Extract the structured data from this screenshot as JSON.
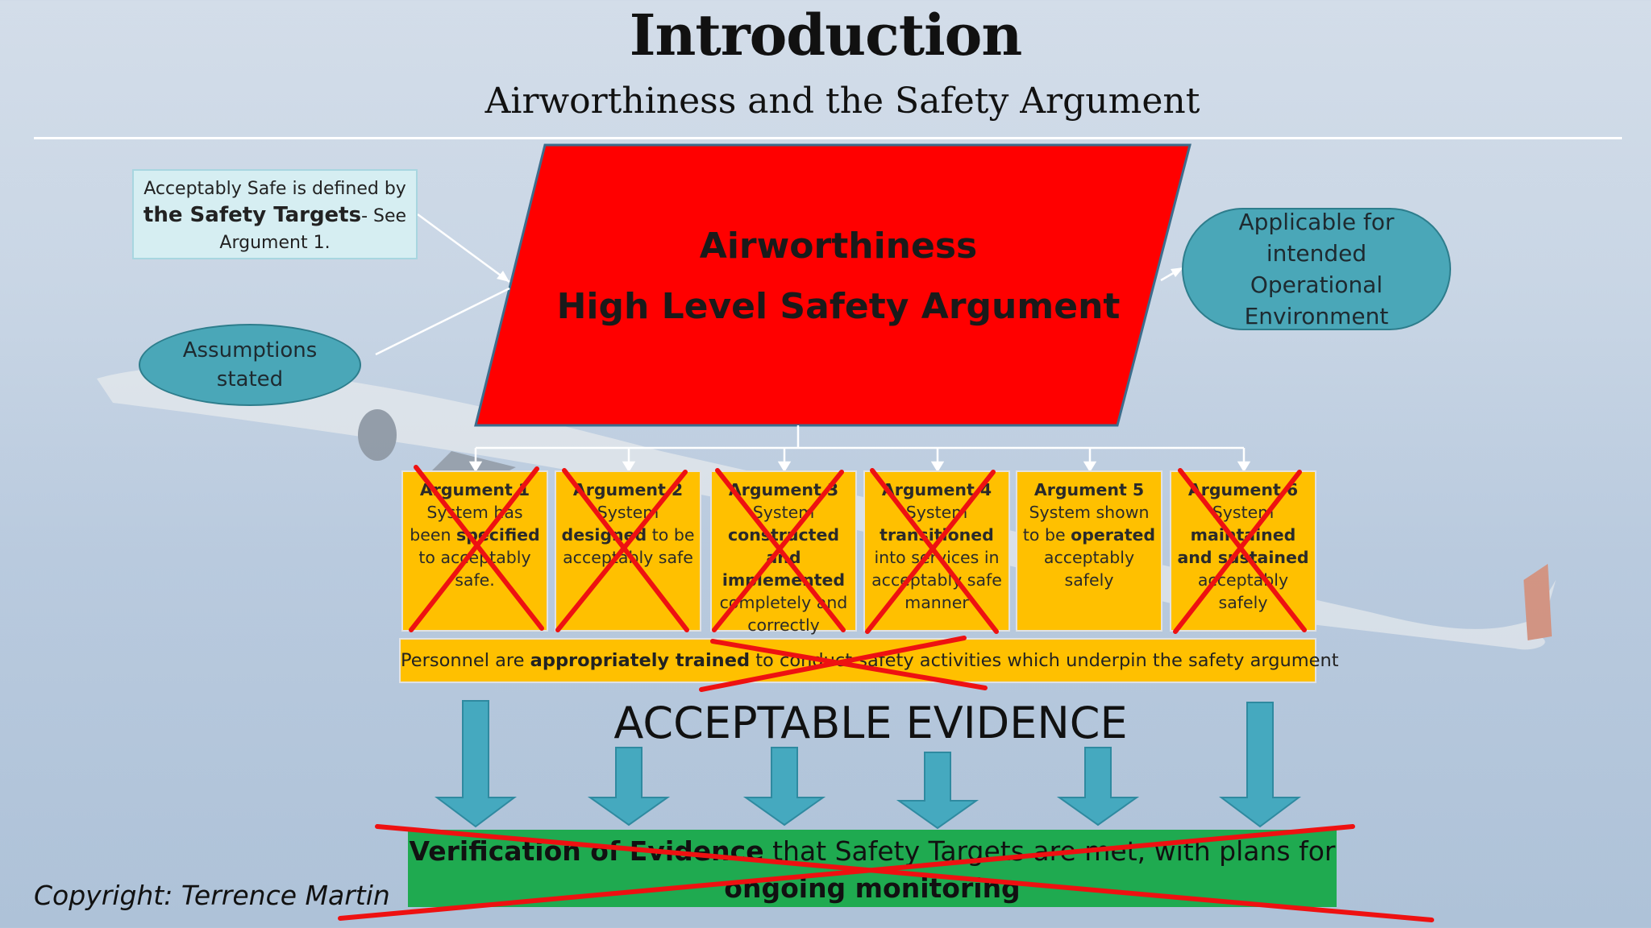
{
  "slide": {
    "title": "Introduction",
    "subtitle": "Airworthiness and the Safety Argument"
  },
  "definition_note": {
    "line1": "Acceptably Safe is defined by",
    "strong": "the Safety Targets",
    "line2_suffix": "- See",
    "line3": "Argument 1."
  },
  "assumptions_oval": {
    "line1": "Assumptions",
    "line2": "stated"
  },
  "applicability_oval": {
    "line1": "Applicable for",
    "line2": "intended",
    "line3": "Operational",
    "line4": "Environment"
  },
  "central_argument": {
    "line1": "Airworthiness",
    "line2": "High Level Safety Argument",
    "fill_color": "#ff0000"
  },
  "arguments": [
    {
      "title": "Argument 1",
      "l1": "System has",
      "l2": "been ",
      "b2": "specified",
      "l3": "to acceptably",
      "l4": "safe.",
      "crossed": true
    },
    {
      "title": "Argument 2",
      "l1": "System",
      "b2": "designed",
      "l2b": " to be",
      "l3": "acceptably safe",
      "crossed": true
    },
    {
      "title": "Argument 3",
      "l1": "System",
      "b2": "constructed",
      "b3": "and",
      "b4": "implemented",
      "l5": "completely and",
      "l6": "correctly",
      "crossed": true
    },
    {
      "title": "Argument 4",
      "l1": "System",
      "b2": "transitioned",
      "l3": "into services in",
      "l4": "acceptably safe",
      "l5": "manner",
      "crossed": true
    },
    {
      "title": "Argument 5",
      "l1": "System shown",
      "l2": "to be ",
      "b2": "operated",
      "l3": "acceptably",
      "l4": "safely",
      "crossed": false
    },
    {
      "title": "Argument 6",
      "l1": "System",
      "b2": "maintained",
      "b3": "and sustained",
      "l4": "acceptably",
      "l5": "safely",
      "crossed": true
    }
  ],
  "personnel": {
    "pre": "Personnel are ",
    "strong": "appropriately trained",
    "post": " to conduct safety activities which underpin the safety argument"
  },
  "evidence_label": "ACCEPTABLE EVIDENCE",
  "verification": {
    "strong": "Verification of Evidence",
    "rest": " that Safety Targets are met, with plans for",
    "line2": "ongoing monitoring"
  },
  "copyright": "Copyright: Terrence Martin",
  "colors": {
    "argument_fill": "#ffc000",
    "oval_fill": "#4aa7b8",
    "arrow_fill": "#45a9bf",
    "verification_fill": "#1faa50",
    "strike_color": "#ee1111"
  }
}
